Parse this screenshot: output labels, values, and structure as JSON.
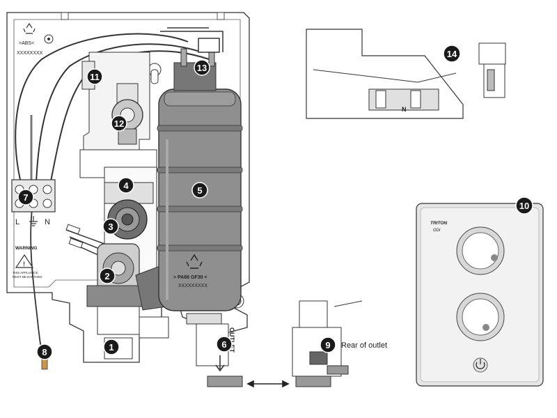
{
  "callouts": [
    {
      "number": "1"
    },
    {
      "number": "2"
    },
    {
      "number": "3"
    },
    {
      "number": "4"
    },
    {
      "number": "5"
    },
    {
      "number": "6"
    },
    {
      "number": "7"
    },
    {
      "number": "8"
    },
    {
      "number": "9"
    },
    {
      "number": "10"
    },
    {
      "number": "11"
    },
    {
      "number": "12"
    },
    {
      "number": "13"
    },
    {
      "number": "14"
    }
  ],
  "labels": {
    "rear_of_outlet": "Rear of outlet",
    "terminal_l": "L",
    "terminal_n": "N",
    "warning": "WARNING",
    "warning_line1": "THIS APPLIANCE",
    "warning_line2": "MUST BE EARTHED",
    "backplate_code": ">ABS<",
    "backplate_serial": "XXXXXXXX",
    "can_code": "> PA66 GF30 <",
    "can_serial": "XXXXXXXXX",
    "outlet_word": "OUTLET",
    "brand": "TRITON",
    "model": "GDi",
    "harness_n": "N"
  },
  "colors": {
    "callout_fill": "#1a1a1a",
    "line": "#2b2b2b",
    "can_fill": "#8f8f8f",
    "part_fill": "#d9d9d9",
    "panel_fill": "#e6e6e6"
  },
  "icons": [
    "recycle-icon",
    "warning-triangle-icon",
    "power-icon",
    "earth-icon",
    "arrow-left-right-icon"
  ]
}
